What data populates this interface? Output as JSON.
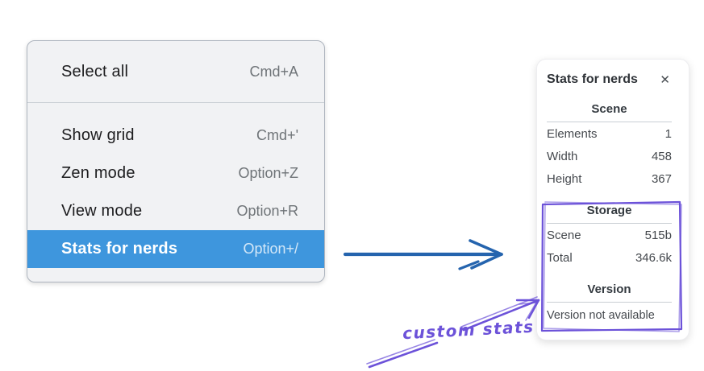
{
  "menu": {
    "sections": [
      {
        "items": [
          {
            "label": "Select all",
            "shortcut": "Cmd+A",
            "highlighted": false
          }
        ]
      },
      {
        "items": [
          {
            "label": "Show grid",
            "shortcut": "Cmd+'",
            "highlighted": false
          },
          {
            "label": "Zen mode",
            "shortcut": "Option+Z",
            "highlighted": false
          },
          {
            "label": "View mode",
            "shortcut": "Option+R",
            "highlighted": false
          },
          {
            "label": "Stats for nerds",
            "shortcut": "Option+/",
            "highlighted": true
          }
        ]
      }
    ]
  },
  "stats_panel": {
    "title": "Stats for nerds",
    "close_icon": "✕",
    "scene_section": {
      "header": "Scene",
      "rows": [
        {
          "label": "Elements",
          "value": "1"
        },
        {
          "label": "Width",
          "value": "458"
        },
        {
          "label": "Height",
          "value": "367"
        }
      ]
    },
    "storage_section": {
      "header": "Storage",
      "rows": [
        {
          "label": "Scene",
          "value": "515b"
        },
        {
          "label": "Total",
          "value": "346.6k"
        }
      ]
    },
    "version_section": {
      "header": "Version",
      "note": "Version not available"
    }
  },
  "annotation": {
    "label": "custom stats"
  },
  "colors": {
    "menu_highlight": "#3e96dd",
    "menu_bg": "#f1f2f4",
    "arrow_blue": "#2564ae",
    "annotation_purple": "#6c52d9",
    "shortcut_gray": "#6f7478",
    "panel_text": "#3a3f44",
    "divider": "#c9ced4"
  }
}
